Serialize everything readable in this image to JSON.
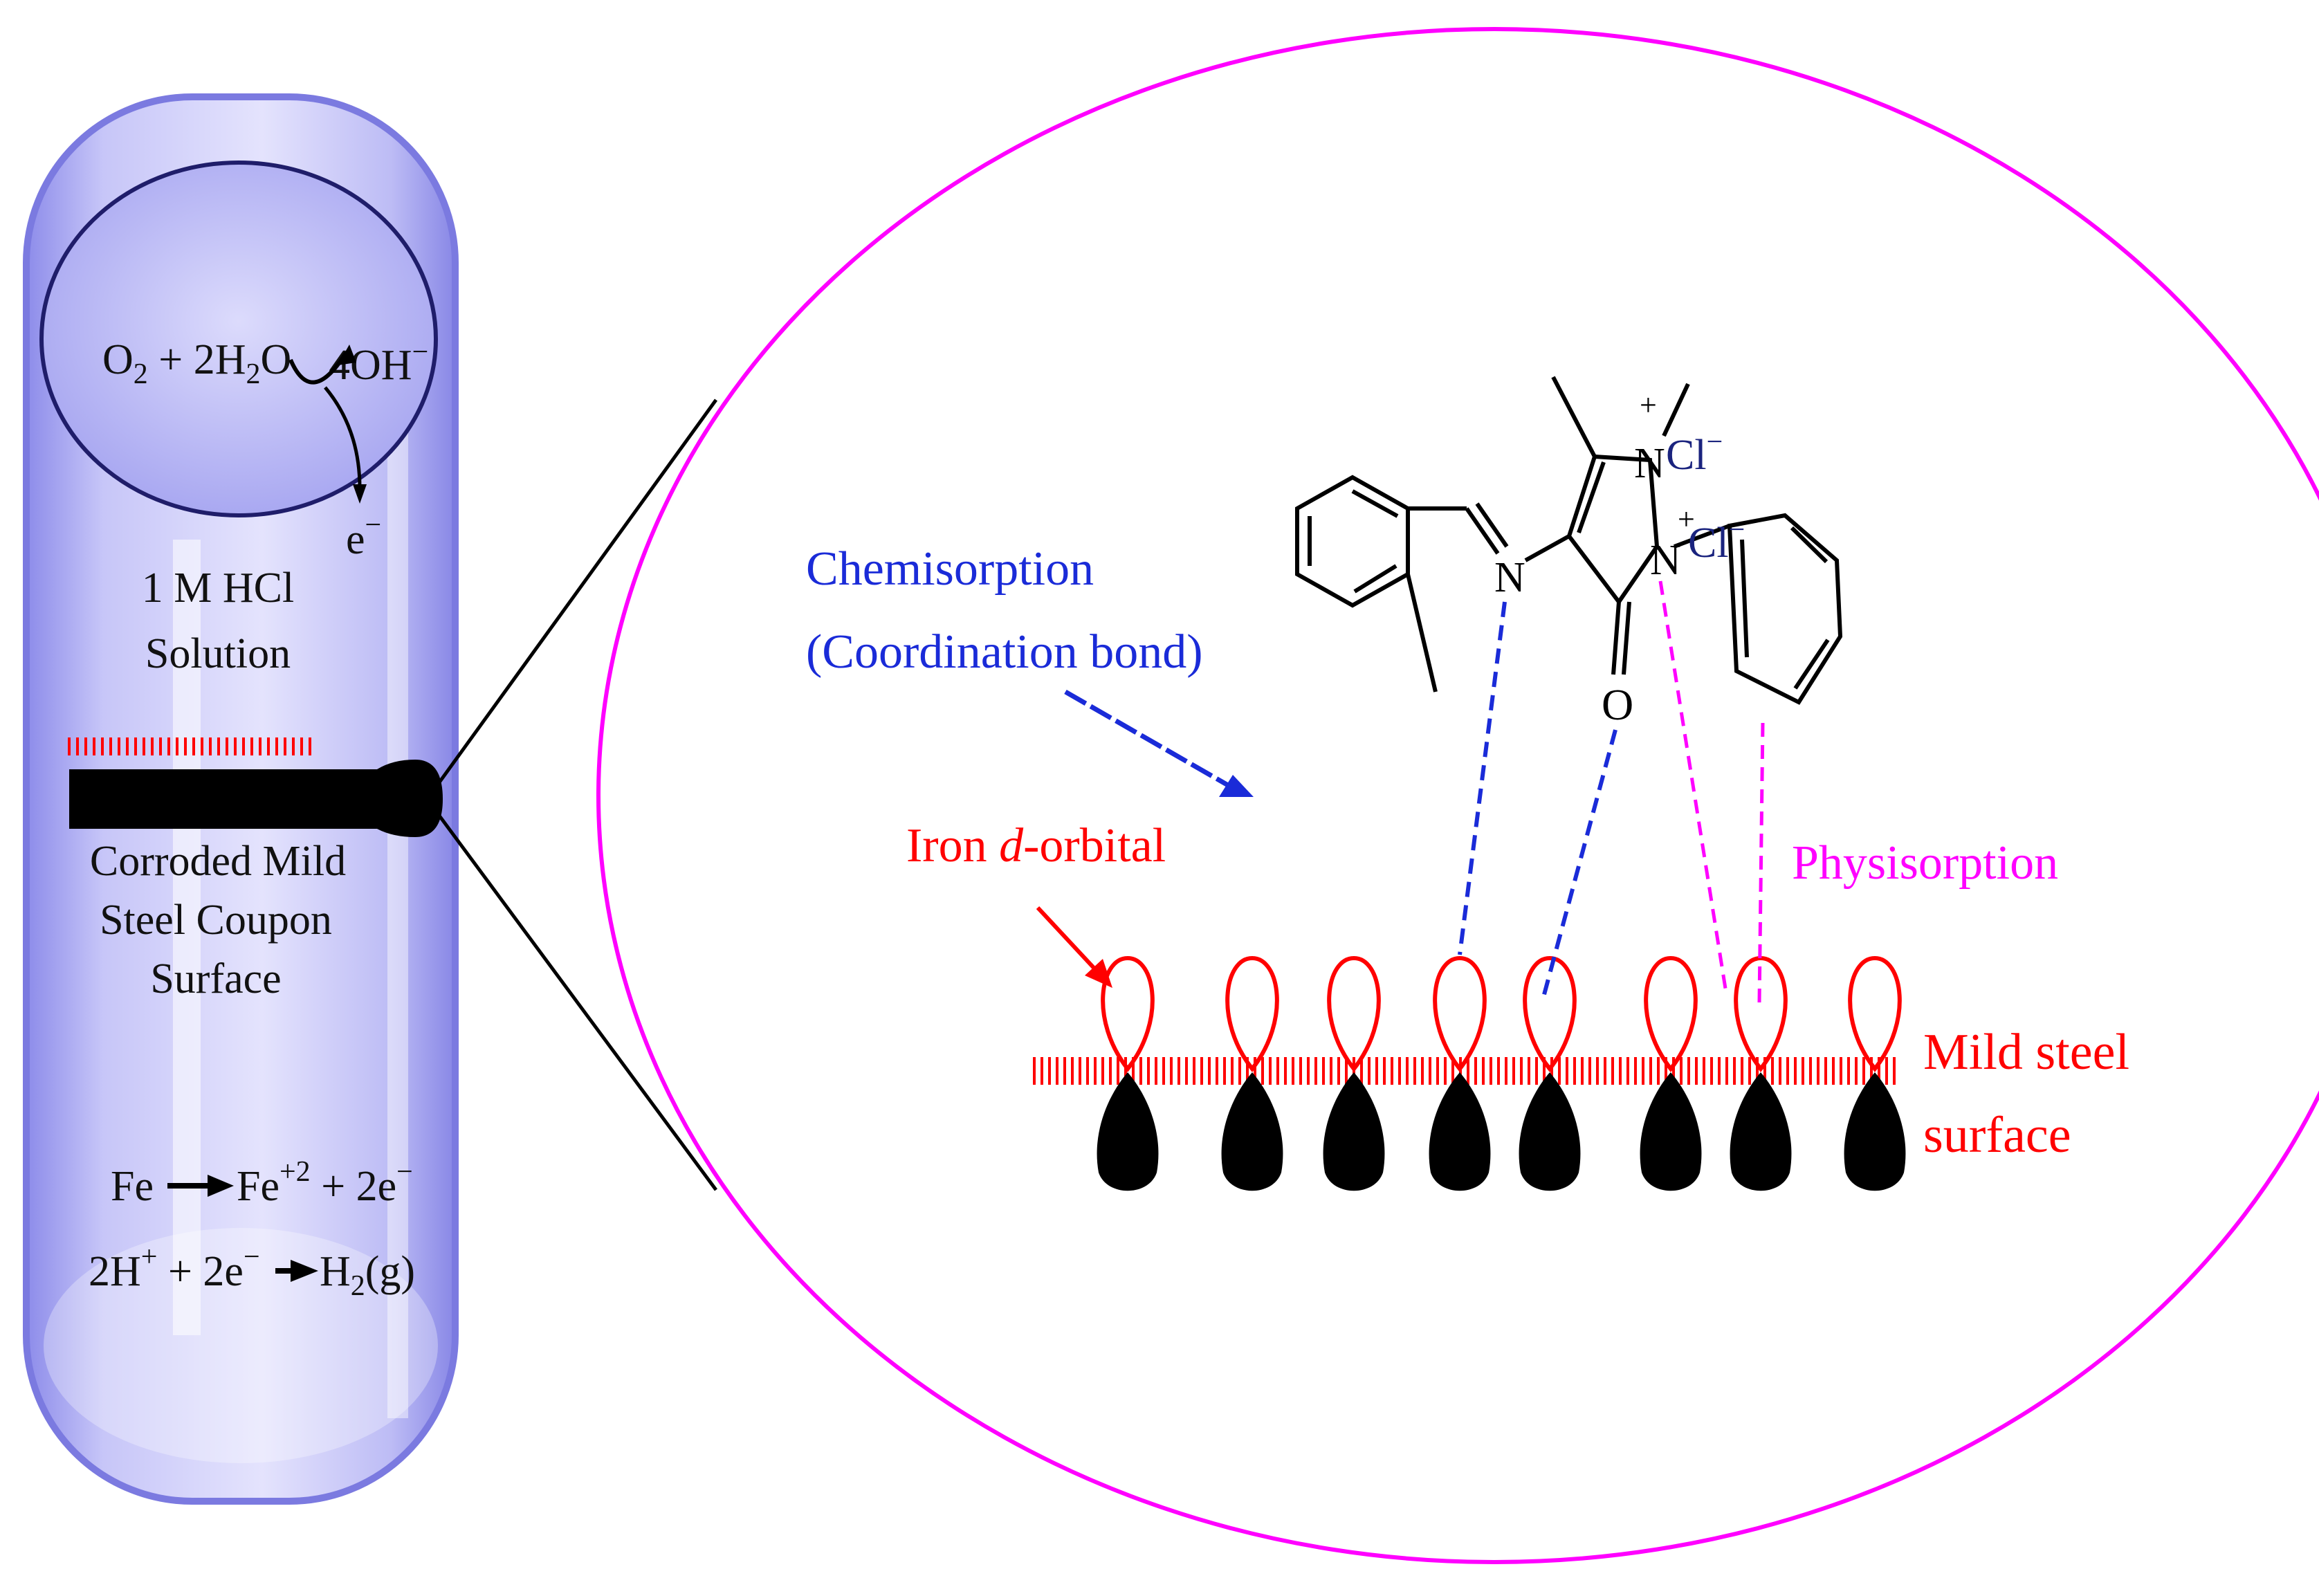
{
  "colors": {
    "cylinder_fill": "#c9c8f7",
    "cylinder_edge": "#7b7ae0",
    "cylinder_dark": "#1f1d6a",
    "black": "#000000",
    "red": "#ff0000",
    "blue": "#1a2bd8",
    "magenta": "#ff00ff",
    "navy": "#1a237e"
  },
  "cylinder": {
    "top_eq_left": "O",
    "top_eq_left_sub": "2",
    "top_eq_mid": " + 2H",
    "top_eq_mid_sub": "2",
    "top_eq_mid_end": "O",
    "top_eq_right": "4OH",
    "top_eq_right_sup": "−",
    "electron": "e",
    "electron_sup": "−",
    "solution_line1": "1 M HCl",
    "solution_line2": "Solution",
    "coupon_line1": "Corroded Mild",
    "coupon_line2": "Steel Coupon",
    "coupon_line3": "Surface",
    "eq1_left": "Fe",
    "eq1_right": "Fe",
    "eq1_right_sup": "+2",
    "eq1_tail": " + 2e",
    "eq1_tail_sup": "−",
    "eq2_left": "2H",
    "eq2_left_sup": "+",
    "eq2_mid": " + 2e",
    "eq2_mid_sup": "−",
    "eq2_right": "H",
    "eq2_right_sub": "2",
    "eq2_right_end": "(g)"
  },
  "zoom": {
    "chemisorption_line1": "Chemisorption",
    "chemisorption_line2": "(Coordination bond)",
    "iron_label_pre": "Iron ",
    "iron_label_italic": "d",
    "iron_label_post": "-orbital",
    "physisorption": "Physisorption",
    "steel_line1": "Mild steel",
    "steel_line2": "surface",
    "molecule_n_imine": "N",
    "molecule_o": "O",
    "molecule_n1": "N",
    "molecule_n2": "N",
    "plus": "+",
    "chloride": "Cl",
    "chloride_sup": "−"
  }
}
